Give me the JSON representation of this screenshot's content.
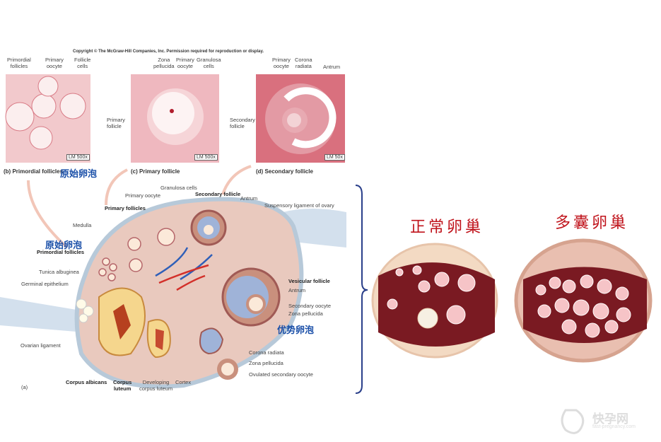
{
  "copyright": "Copyright © The McGraw-Hill Companies, Inc. Permission required for reproduction or display.",
  "micrographs": {
    "b": {
      "labels": [
        "Primordial\nfollicles",
        "Primary\noocyte",
        "Follicle\ncells"
      ],
      "scale": "LM 500x",
      "caption": "(b) Primordial follicles",
      "caption_cn": "原始卵泡"
    },
    "c": {
      "labels": [
        "Zona\npellucida",
        "Primary\noocyte",
        "Granulosa\ncells",
        "Primary\nfollicle"
      ],
      "scale": "LM 500x",
      "caption": "(c) Primary follicle"
    },
    "d": {
      "labels": [
        "Primary\noocyte",
        "Corona\nradiata",
        "Antrum",
        "Secondary\nfollicle"
      ],
      "scale": "LM 50x",
      "caption": "(d) Secondary follicle"
    }
  },
  "ovary": {
    "granulosa_cells": "Granulosa cells",
    "primary_oocyte": "Primary oocyte",
    "secondary_follicle": "Secondary follicle",
    "antrum_top": "Antrum",
    "suspensory_ligament": "Suspensory ligament of ovary",
    "primary_follicles": "Primary follicles",
    "medulla": "Medulla",
    "primordial_cn": "原始卵泡",
    "primordial_follicles": "Primordial follicles",
    "tunica_albuginea": "Tunica albuginea",
    "germinal_epithelium": "Germinal epithelium",
    "vesicular_follicle": "Vesicular follicle",
    "antrum": "Antrum",
    "secondary_oocyte": "Secondary oocyte",
    "zona_pellucida": "Zona pellucida",
    "dominant_cn": "优势卵泡",
    "ovarian_ligament": "Ovarian ligament",
    "corona_radiata": "Corona radiata",
    "zona_pellucida_2": "Zona pellucida",
    "ovulated_oocyte": "Ovulated secondary oocyte",
    "corpus_albicans": "Corpus albicans",
    "corpus_luteum": "Corpus\nluteum",
    "developing_corpus_luteum": "Developing\ncorpus luteum",
    "cortex": "Cortex",
    "panel_a": "(a)"
  },
  "comparison": {
    "normal_title": "正常卵巢",
    "pcos_title": "多囊卵巢"
  },
  "watermark": {
    "name": "快孕网",
    "url": "fast-pregnancy.com"
  }
}
